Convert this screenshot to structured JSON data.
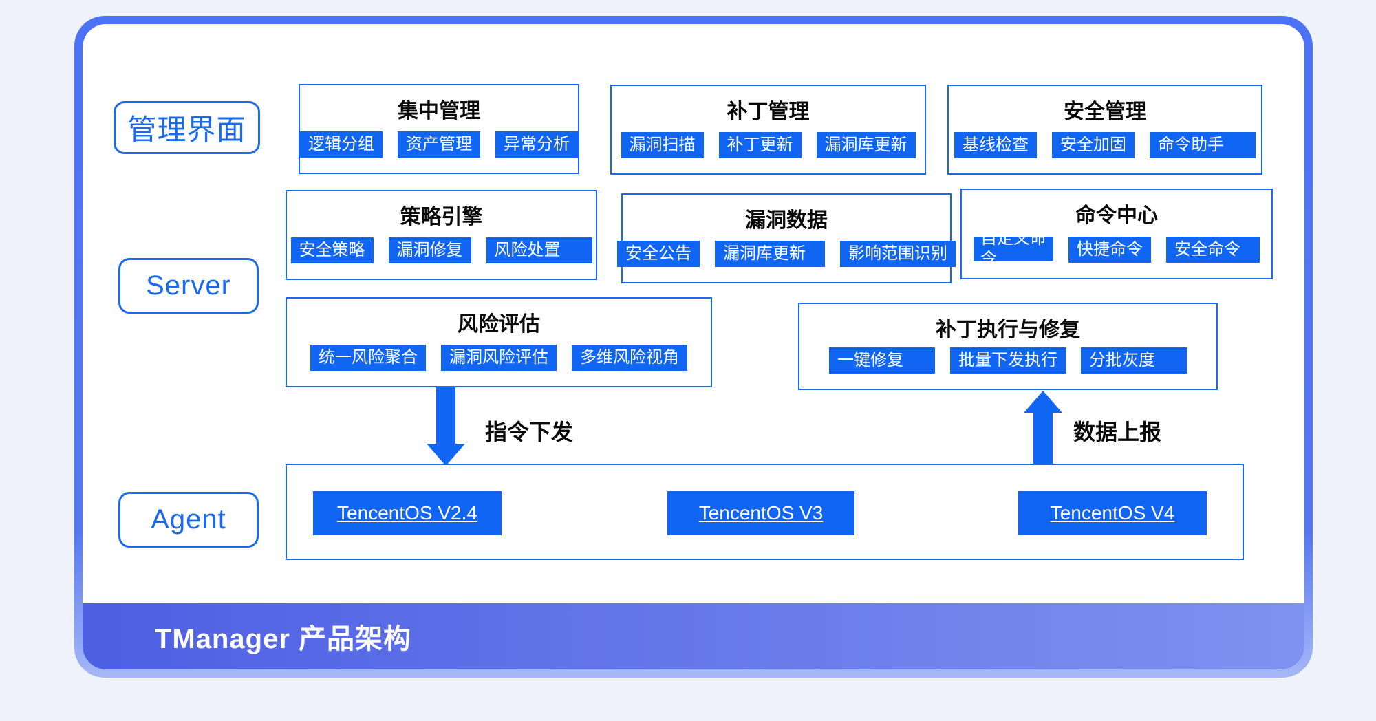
{
  "banner": {
    "title": "TManager 产品架构"
  },
  "layers": {
    "ui": "管理界面",
    "server": "Server",
    "agent": "Agent"
  },
  "arrows": {
    "down": "指令下发",
    "up": "数据上报"
  },
  "modules": {
    "centralized": {
      "title": "集中管理",
      "chips": [
        "逻辑分组",
        "资产管理",
        "异常分析"
      ]
    },
    "patch_mgmt": {
      "title": "补丁管理",
      "chips": [
        "漏洞扫描",
        "补丁更新",
        "漏洞库更新"
      ]
    },
    "security_mgmt": {
      "title": "安全管理",
      "chips": [
        "基线检查",
        "安全加固",
        "命令助手"
      ]
    },
    "policy_engine": {
      "title": "策略引擎",
      "chips": [
        "安全策略",
        "漏洞修复",
        "风险处置"
      ]
    },
    "vuln_data": {
      "title": "漏洞数据",
      "chips": [
        "安全公告",
        "漏洞库更新",
        "影响范围识别"
      ]
    },
    "command_center": {
      "title": "命令中心",
      "chips": [
        "自定义命令",
        "快捷命令",
        "安全命令"
      ]
    },
    "risk_assessment": {
      "title": "风险评估",
      "chips": [
        "统一风险聚合",
        "漏洞风险评估",
        "多维风险视角"
      ]
    },
    "patch_exec": {
      "title": "补丁执行与修复",
      "chips": [
        "一键修复",
        "批量下发执行",
        "分批灰度"
      ]
    }
  },
  "agent_os": [
    "TencentOS V2.4",
    "TencentOS V3",
    "TencentOS V4"
  ],
  "colors": {
    "accent": "#1065F2",
    "box_border": "#1A6AF0",
    "frame_border_top": "#4C73F7",
    "frame_border_bottom": "#A6B7F6",
    "banner_start": "#4D5FE3",
    "banner_end": "#7E92F0",
    "page_bg": "#EFF2FB"
  }
}
